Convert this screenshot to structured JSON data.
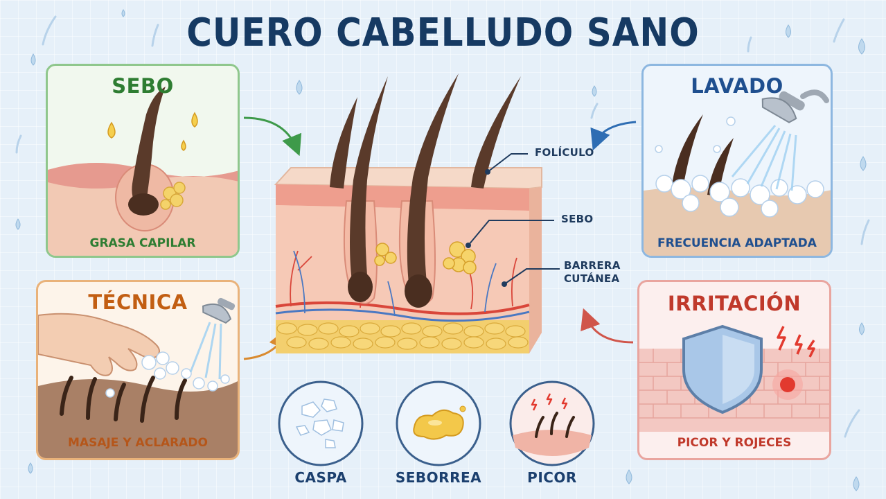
{
  "title": "CUERO CABELLUDO SANO",
  "cards": {
    "sebo": {
      "title": "SEBO",
      "subtitle": "GRASA CAPILAR"
    },
    "lavado": {
      "title": "LAVADO",
      "subtitle": "FRECUENCIA ADAPTADA"
    },
    "tecnica": {
      "title": "TÉCNICA",
      "subtitle": "MASAJE Y ACLARADO"
    },
    "irritacion": {
      "title": "IRRITACIÓN",
      "subtitle": "PICOR Y ROJECES"
    }
  },
  "callouts": {
    "foliculo": "FOLÍCULO",
    "sebo": "SEBO",
    "barrera_line1": "BARRERA",
    "barrera_line2": "CUTÁNEA"
  },
  "conditions": [
    {
      "label": "CASPA"
    },
    {
      "label": "SEBORREA"
    },
    {
      "label": "PICOR"
    }
  ],
  "colors": {
    "title": "#163a63",
    "sebo": "#2e7d32",
    "lavado": "#1f4f8f",
    "tecnica": "#c25e12",
    "irritacion": "#c0392b"
  }
}
